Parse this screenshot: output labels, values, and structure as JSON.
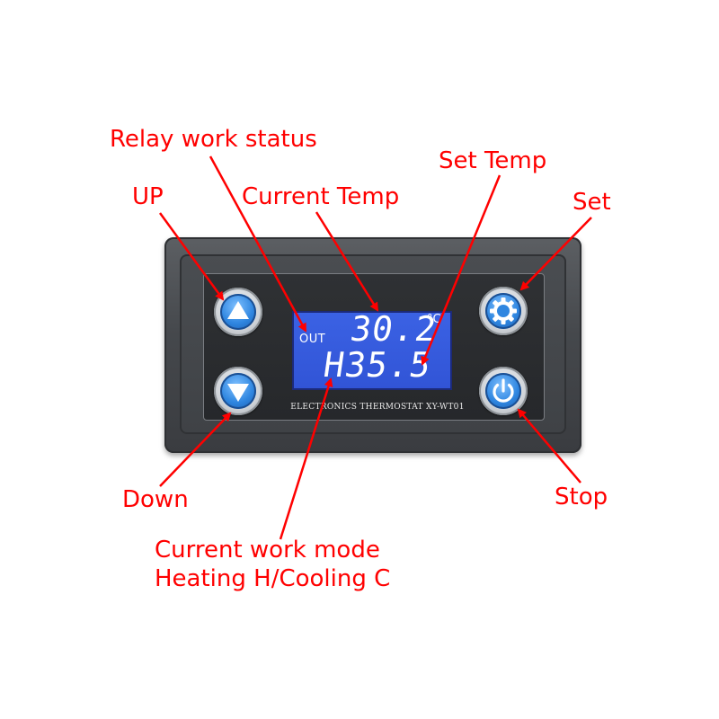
{
  "display": {
    "out": "OUT",
    "current_temp": "30.2",
    "unit": "°C",
    "set_line": "H35.5"
  },
  "device": {
    "model_label": "ELECTRONICS THERMOSTAT XY-WT01"
  },
  "annotations": {
    "relay_work_status": "Relay work status",
    "current_temp": "Current Temp",
    "set_temp": "Set Temp",
    "up": "UP",
    "set": "Set",
    "down": "Down",
    "stop": "Stop",
    "mode_line1": "Current work mode",
    "mode_line2": "Heating H/Cooling C"
  },
  "colors": {
    "annotation": "#ff0000",
    "lcd": "#3458dc",
    "button": "#2f86e0",
    "housing": "#45484c"
  },
  "icons": {
    "up_button": "triangle-up-icon",
    "down_button": "triangle-down-icon",
    "set_button": "gear-icon",
    "stop_button": "power-icon"
  }
}
